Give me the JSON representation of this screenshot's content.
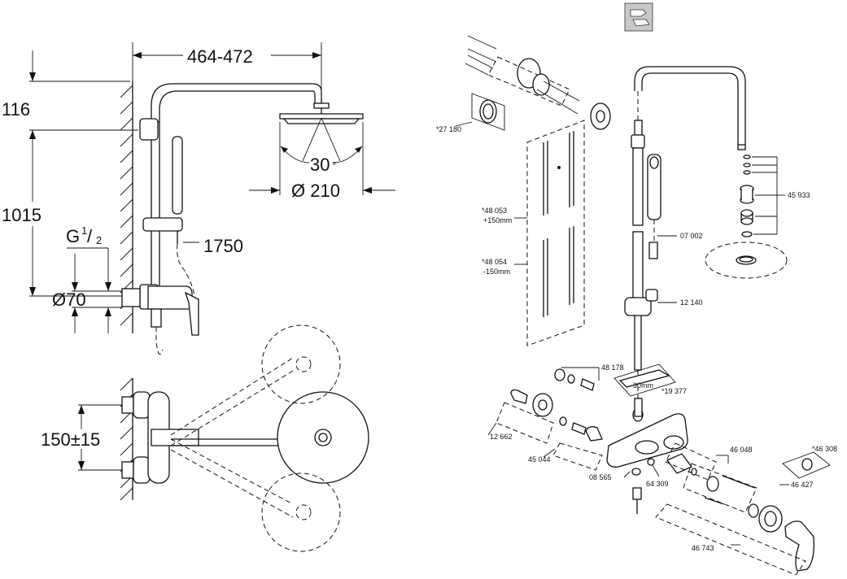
{
  "dimensions": {
    "width_range": "464-472",
    "top_height": "116",
    "rail_height": "1015",
    "thread_main": "G",
    "thread_num": "1",
    "thread_den": "2",
    "hose_length": "1750",
    "flange_dia": "Ø70",
    "angle": "30",
    "angle_unit": "°",
    "head_dia": "Ø 210",
    "wall_spacing": "150±15"
  },
  "part_numbers": {
    "p27180": "*27 180",
    "p48053": "*48 053",
    "p48053_note": "+150mm",
    "p48054": "*48 054",
    "p48054_note": "-150mm",
    "p45933": "45 933",
    "p07002": "07 002",
    "p12140": "12 140",
    "p48178": "48 178",
    "p19377": "*19 377",
    "p30mm": "30mm",
    "p12662": "12 662",
    "p45044": "45 044",
    "p08565": "08 565",
    "p64309": "64 309",
    "p46048": "46 048",
    "p46308": "*46 308",
    "p46427": "46 427",
    "p46743": "46 743"
  },
  "icons": {
    "toolbar_icon": "pipe-wrench-icon"
  }
}
